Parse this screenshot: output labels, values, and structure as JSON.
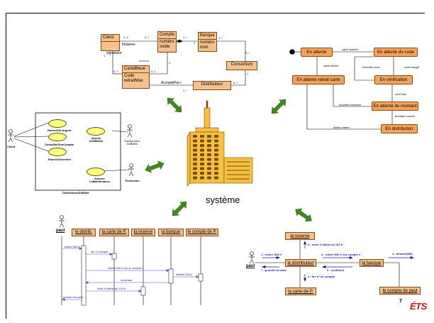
{
  "center": {
    "title": "système"
  },
  "page_number": "7",
  "logo": "ÉTS",
  "class_diagram": {
    "client": {
      "name": "Client",
      "attrs": [
        "titulaires",
        "signataire"
      ]
    },
    "compte": {
      "name": "Compte",
      "attrs": [
        "numéro",
        "solde",
        "..."
      ]
    },
    "banque": {
      "name": "Banque",
      "attrs": [
        "numéro",
        "nom"
      ]
    },
    "carte": {
      "name": "CarteBleue",
      "attrs": [
        "Code",
        "retraitMax"
      ]
    },
    "consortium": {
      "name": "Consortium"
    },
    "distributeur": {
      "name": "Distributeur"
    },
    "mult": {
      "client_compte_a": "1..4",
      "client_compte_b": "0..*",
      "compte_banque_a": "1..*",
      "compte_banque_b": "1",
      "banque_cons_a": "1..*",
      "banque_cons_b": "0..*",
      "client_carte_a": "1",
      "client_carte_b": "0..*",
      "compte_carte_a": "1",
      "compte_carte_b": "0..1",
      "carte_dist": "AcceptéPar>",
      "carte_dist_a": "1..*",
      "carte_dist_b": "0..*",
      "cons_dist": "1"
    }
  },
  "state_diagram": {
    "states": {
      "attente": "En attente",
      "attente_code": "En attente du code",
      "verification": "En vérification",
      "attente_retrait": "En attente retrait carte",
      "attente_montant": "En attente du montant",
      "distribution": "En distribution"
    },
    "transitions": {
      "carte_inseree": "carte insérée",
      "carte_retiree": "carte retirée",
      "mauvais_code": "mauvais code",
      "code_frappe": "code frappé",
      "code_bon": "code bon",
      "montant_incorrect": "montant incorrect",
      "montant_correct": "montant correct",
      "billets_retires": "billets retirés"
    }
  },
  "usecase_diagram": {
    "actors": {
      "client": "Client",
      "transporteur": "Transporteur\nDeBillets",
      "technicien": "Technicien"
    },
    "cases": [
      "RetirerDeLArgent",
      "ConsulterSonCompte",
      "FaireUnVirement",
      "Ajouter\nDesBillets",
      "Assurer\nLaMaintenance"
    ],
    "system_name": "DistributeurDeBillet"
  },
  "sequence_diagram": {
    "actor": "paul",
    "lifelines": [
      "le distrib.",
      "la carte de P.",
      "la reserve",
      "la banque",
      "le compte de P."
    ],
    "messages": [
      "retirer 500 fr",
      "lire n° compte",
      "retirer 500 fr sur le compte n",
      "débiter 500 fr",
      "confirmer",
      "sortir 5 billets de 100 fr",
      "prendre la carte"
    ]
  },
  "collab_diagram": {
    "actor": "paul",
    "objects": {
      "reserve": "la reserve",
      "distributeur": "le distributeur",
      "banque": "la banque",
      "carte": "la carte de P.",
      "compte": "le compte de paul"
    },
    "messages": {
      "m1": "1 : retirer 500 fr",
      "m2": "2 : lire n° de compte",
      "m3": "3 : retirer 500 fr sur compte n",
      "m4": "4 : débiter(500)",
      "m5": "5 : confirmer",
      "m6": "6 : sortir 5 billets de 100 fr",
      "m7": "7 : prendre la carte"
    }
  }
}
